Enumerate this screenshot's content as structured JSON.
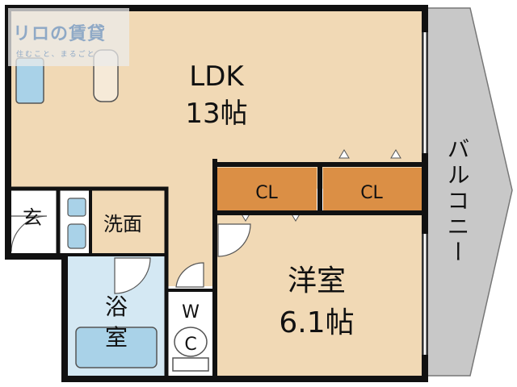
{
  "watermark": {
    "brand": "リロの賃貸",
    "tagline": "住むこと、まるごと"
  },
  "rooms": {
    "ldk_name": "LDK",
    "ldk_size": "13帖",
    "closet_1": "CL",
    "closet_2": "CL",
    "entrance": "玄",
    "washroom": "洗面",
    "bath_line1": "浴",
    "bath_line2": "室",
    "toilet_w": "W",
    "toilet_c": "C",
    "western_name": "洋室",
    "western_size": "6.1帖",
    "balcony": "バルコニー"
  },
  "colors": {
    "floor": "#f1d9b5",
    "closet": "#db8f45",
    "water": "#d4e8f3",
    "fixture": "#a9d2e8",
    "wall": "#111111",
    "balcony": "#c8c8c8"
  }
}
